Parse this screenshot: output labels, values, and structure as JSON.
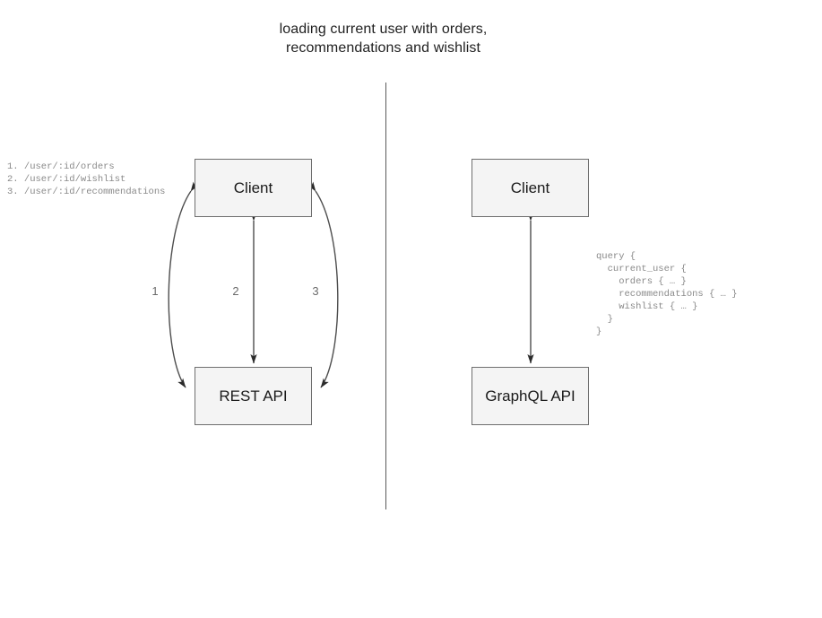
{
  "title": "loading current user with orders,\nrecommendations and wishlist",
  "divider": {
    "name": "vertical-divider"
  },
  "rest_side": {
    "client_label": "Client",
    "api_label": "REST API",
    "endpoints": "1. /user/:id/orders\n2. /user/:id/wishlist\n3. /user/:id/recommendations",
    "arrow_labels": [
      "1",
      "2",
      "3"
    ]
  },
  "graphql_side": {
    "client_label": "Client",
    "api_label": "GraphQL API",
    "query": "query {\n  current_user {\n    orders { … }\n    recommendations { … }\n    wishlist { … }\n  }\n}"
  },
  "colors": {
    "background": "#ffffff",
    "node_fill": "#f4f4f4",
    "node_border": "#6e6e6e",
    "edge": "#4d4d4d",
    "divider": "#5a5a5a",
    "title_text": "#1f1f1f",
    "mono_text": "#8a8a8a",
    "label_text": "#6b6b6b"
  }
}
